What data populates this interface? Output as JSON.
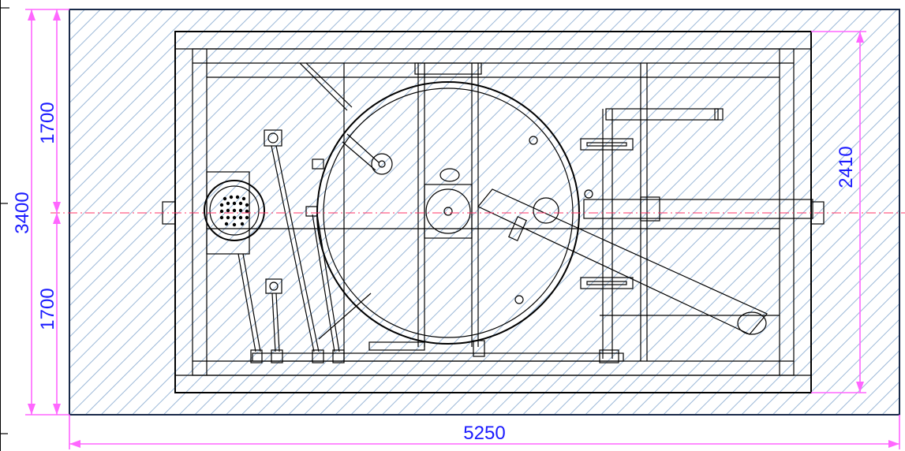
{
  "drawing": {
    "dimensions": {
      "overall_width": "5250",
      "overall_height": "3400",
      "upper_half": "1700",
      "lower_half": "1700",
      "frame_height": "2410"
    },
    "colors": {
      "hatch": "#9bb8d8",
      "outline": "#000000",
      "dimension_lines": "#ff66ff",
      "dimension_text": "#1a1aff",
      "centerline": "#ff3366"
    }
  }
}
